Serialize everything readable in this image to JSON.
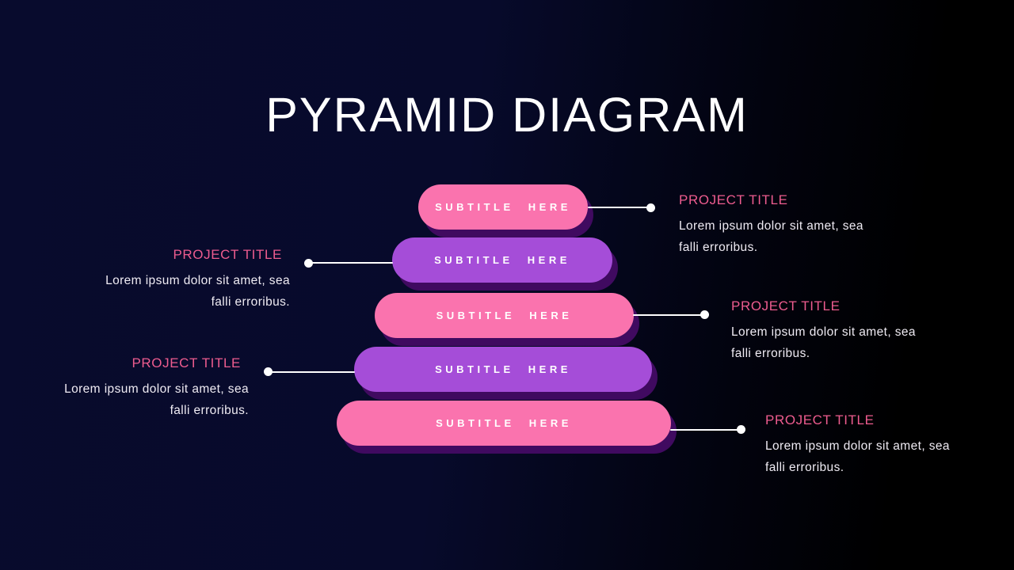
{
  "slide": {
    "title": "PYRAMID DIAGRAM"
  },
  "colors": {
    "pink": "#FA73AE",
    "purple": "#A54DD8",
    "shadow": "#400A60",
    "accent": "#EE5C8F",
    "background_left": "#080B2D",
    "background_right": "#000000",
    "connector": "#FFFFFF"
  },
  "pyramid": {
    "levels": [
      {
        "label": "SUBTITLE HERE",
        "color": "pink"
      },
      {
        "label": "SUBTITLE HERE",
        "color": "purple"
      },
      {
        "label": "SUBTITLE HERE",
        "color": "pink"
      },
      {
        "label": "SUBTITLE HERE",
        "color": "purple"
      },
      {
        "label": "SUBTITLE HERE",
        "color": "pink"
      }
    ]
  },
  "callouts": [
    {
      "side": "right",
      "title": "PROJECT TITLE",
      "line1": "Lorem ipsum dolor sit amet, sea",
      "line2": "falli erroribus."
    },
    {
      "side": "left",
      "title": "PROJECT TITLE",
      "line1": "Lorem ipsum dolor sit amet, sea",
      "line2": "falli erroribus."
    },
    {
      "side": "right",
      "title": "PROJECT TITLE",
      "line1": "Lorem ipsum dolor sit amet, sea",
      "line2": "falli erroribus."
    },
    {
      "side": "left",
      "title": "PROJECT TITLE",
      "line1": "Lorem ipsum dolor sit amet, sea",
      "line2": "falli erroribus."
    },
    {
      "side": "right",
      "title": "PROJECT TITLE",
      "line1": "Lorem ipsum dolor sit amet, sea",
      "line2": "falli erroribus."
    }
  ]
}
